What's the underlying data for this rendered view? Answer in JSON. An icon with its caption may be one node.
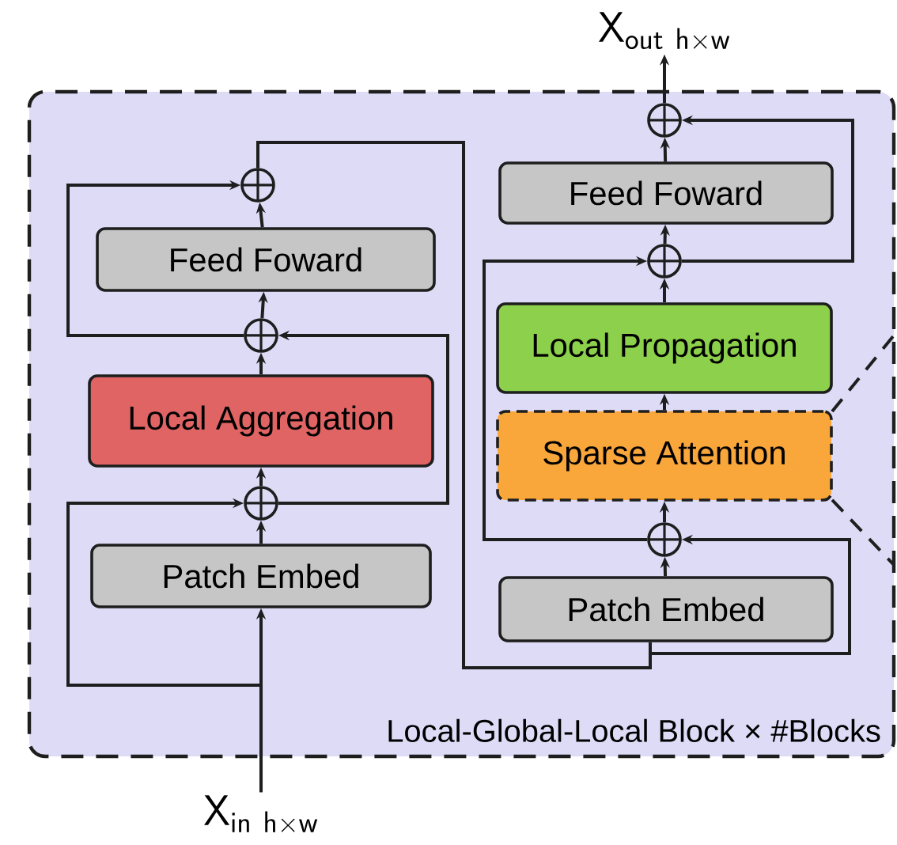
{
  "diagram": {
    "nodes": [
      {
        "text": [
          "Local-Global-Local Block × #Blocks"
        ]
      },
      {
        "text": [
          "Patch Embed"
        ],
        "in": 0
      },
      {
        "text": [],
        "shape": "circle",
        "in": 0
      },
      {
        "text": [
          "Local Aggregation"
        ],
        "in": 0
      },
      {
        "text": [],
        "shape": "circle",
        "in": 0
      },
      {
        "text": [
          "Feed Foward"
        ],
        "in": 0
      },
      {
        "text": [],
        "shape": "circle",
        "in": 0
      },
      {
        "text": [
          "Patch Embed"
        ],
        "in": 0
      },
      {
        "text": [],
        "shape": "circle",
        "in": 0
      },
      {
        "text": [
          "Sparse Attention"
        ],
        "in": 0
      },
      {
        "text": [
          "Local Propagation"
        ],
        "in": 0
      },
      {
        "text": [
          "Feed Foward"
        ],
        "in": 0
      },
      {
        "text": [],
        "shape": "circle",
        "in": 0
      },
      {
        "text": [],
        "shape": "circle",
        "in": 0
      },
      {
        "text": [
          "\\mathsf{X}_{\\mathsf{in\\ h\\times w}}"
        ]
      },
      {
        "text": [
          "\\mathsf{X}_{\\mathsf{out\\ h\\times w}}"
        ]
      }
    ],
    "edges": [
      {
        "from": 14,
        "to": 1,
        "arrow": "to"
      },
      {
        "from": 14,
        "to": 2,
        "arrow": "to"
      },
      {
        "from": 1,
        "to": 2,
        "arrow": "to"
      },
      {
        "from": 2,
        "to": 3,
        "arrow": "to"
      },
      {
        "from": 3,
        "to": 4,
        "arrow": "to"
      },
      {
        "from": 2,
        "to": 4,
        "arrow": "to"
      },
      {
        "from": 4,
        "to": 5,
        "arrow": "to"
      },
      {
        "from": 5,
        "to": 6,
        "arrow": "to"
      },
      {
        "from": 4,
        "to": 6,
        "arrow": "to"
      },
      {
        "from": 6,
        "to": 7,
        "arrow": "none"
      },
      {
        "from": 6,
        "to": 8,
        "arrow": "to"
      },
      {
        "from": 7,
        "to": 8,
        "arrow": "to"
      },
      {
        "from": 8,
        "to": 9,
        "arrow": "to"
      },
      {
        "from": 9,
        "to": 10,
        "arrow": "to"
      },
      {
        "from": 10,
        "to": 12,
        "arrow": "to"
      },
      {
        "from": 8,
        "to": 12,
        "arrow": "to"
      },
      {
        "from": 12,
        "to": 11,
        "arrow": "to"
      },
      {
        "from": 11,
        "to": 13,
        "arrow": "to"
      },
      {
        "from": 12,
        "to": 13,
        "arrow": "to"
      },
      {
        "from": 13,
        "to": 15,
        "arrow": "to"
      }
    ]
  }
}
